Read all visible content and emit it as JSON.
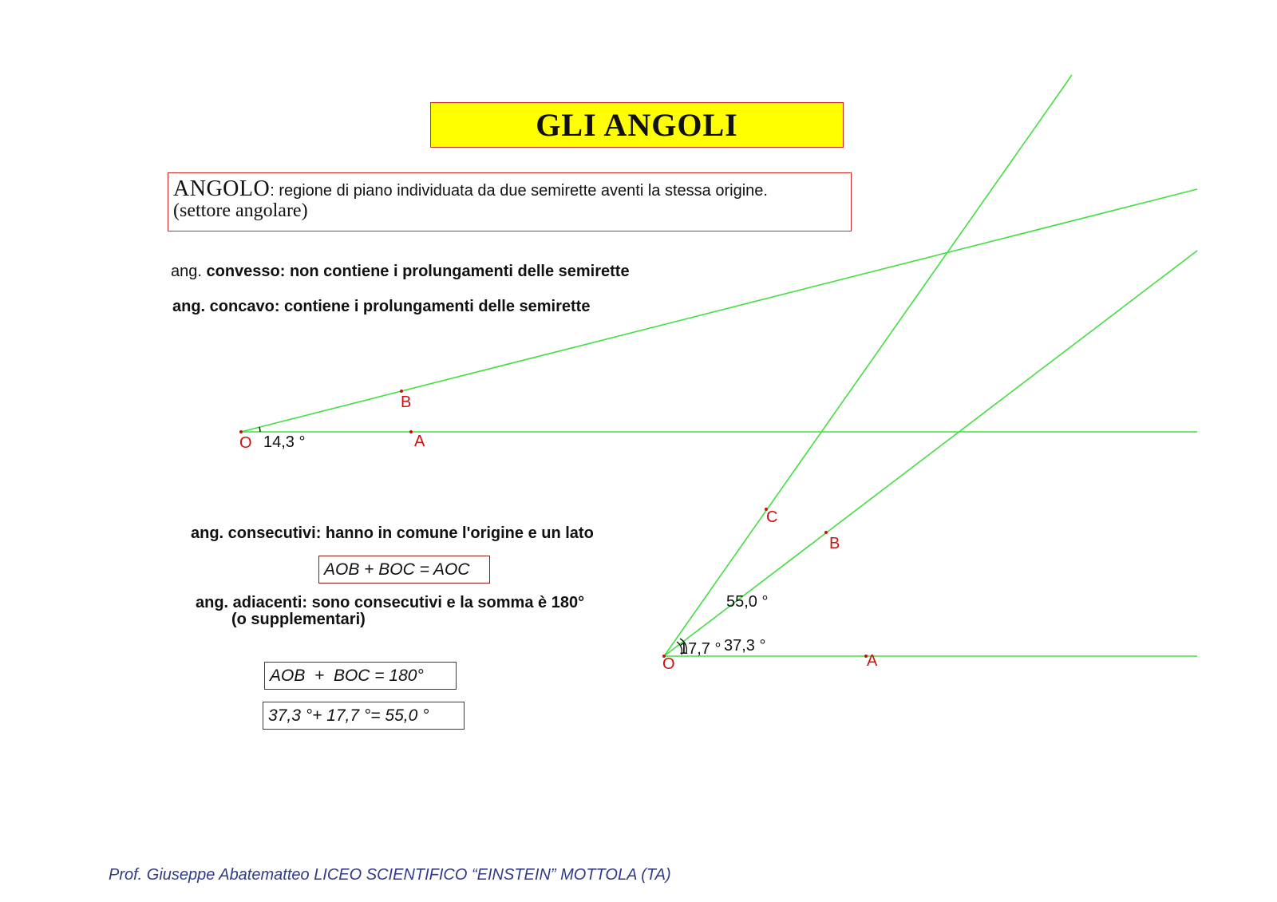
{
  "title": "GLI  ANGOLI",
  "definition": {
    "term": "ANGOLO",
    "text": ": regione di piano individuata da due semirette aventi la stessa origine.",
    "subtitle": "(settore angolare)"
  },
  "convex": {
    "prefix": "ang. ",
    "text": "convesso: non contiene i prolungamenti delle semirette"
  },
  "concave": {
    "text": "ang. concavo: contiene i prolungamenti delle semirette"
  },
  "consecutive": {
    "text": "ang. consecutivi: hanno in comune l'origine e un lato"
  },
  "formula_consecutive": "AOB + BOC = AOC",
  "adjacent": {
    "line1": "ang. adiacenti:  sono  consecutivi e la somma è 180°",
    "line2": "(o supplementari)"
  },
  "formula_adjacent": "AOB  +  BOC = 180°",
  "formula_sum": "37,3 °+ 17,7 °= 55,0 °",
  "diagram1": {
    "points": {
      "o": "O",
      "a": "A",
      "b": "B"
    },
    "angle_label": "14,3 °"
  },
  "diagram2": {
    "points": {
      "o": "O",
      "a": "A",
      "b": "B",
      "c": "C"
    },
    "angle_aob": "37,3 °",
    "angle_boc": "17,7 °",
    "angle_aoc": "55,0 °"
  },
  "footer": "Prof. Giuseppe Abatematteo LICEO SCIENTIFICO “EINSTEIN” MOTTOLA (TA)",
  "colors": {
    "line": "#44dd44",
    "point": "#cc1111",
    "box_border": "#d12a2a",
    "title_bg": "#ffff00",
    "footer": "#2f3a8a"
  }
}
